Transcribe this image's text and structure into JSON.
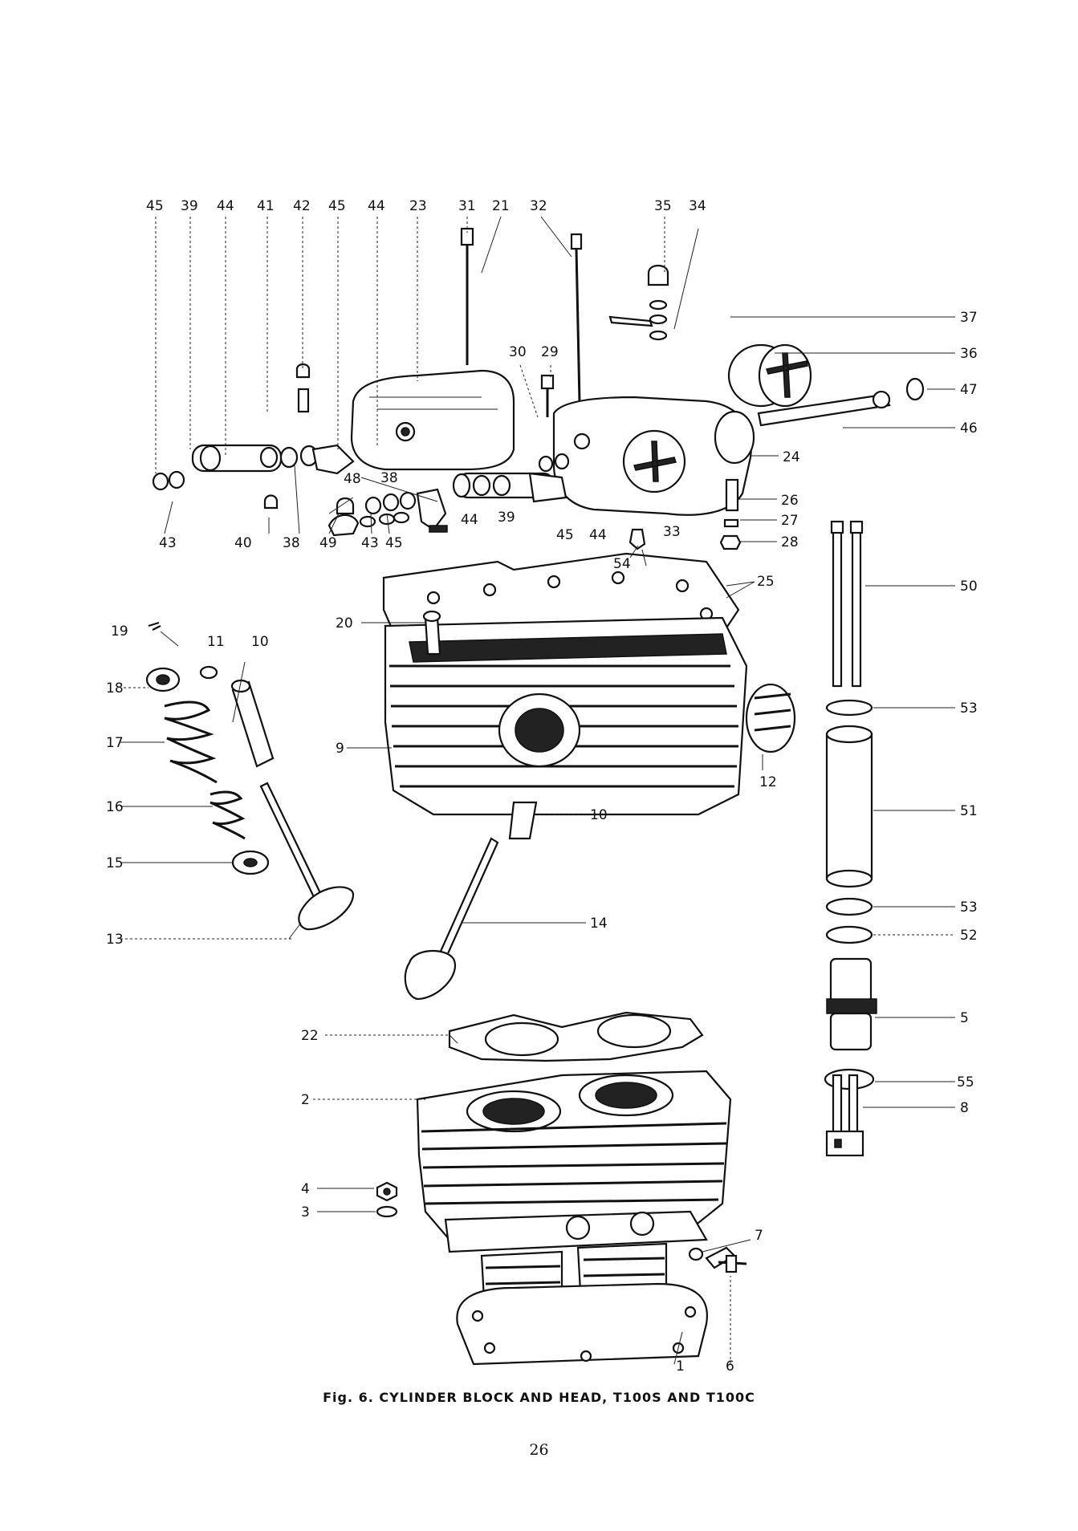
{
  "figure": {
    "caption": "Fig. 6.   CYLINDER BLOCK AND HEAD, T100S AND T100C",
    "page_number": "26"
  },
  "labels": [
    "45",
    "39",
    "44",
    "41",
    "42",
    "45",
    "44",
    "23",
    "31",
    "21",
    "32",
    "35",
    "34",
    "37",
    "36",
    "47",
    "46",
    "24",
    "30",
    "29",
    "48",
    "38",
    "44",
    "39",
    "45",
    "44",
    "33",
    "26",
    "27",
    "28",
    "43",
    "40",
    "38",
    "49",
    "43",
    "45",
    "54",
    "25",
    "20",
    "50",
    "19",
    "11",
    "10",
    "18",
    "17",
    "16",
    "15",
    "13",
    "9",
    "12",
    "53",
    "51",
    "53",
    "52",
    "10",
    "14",
    "5",
    "55",
    "8",
    "22",
    "2",
    "4",
    "3",
    "7",
    "1",
    "6"
  ]
}
